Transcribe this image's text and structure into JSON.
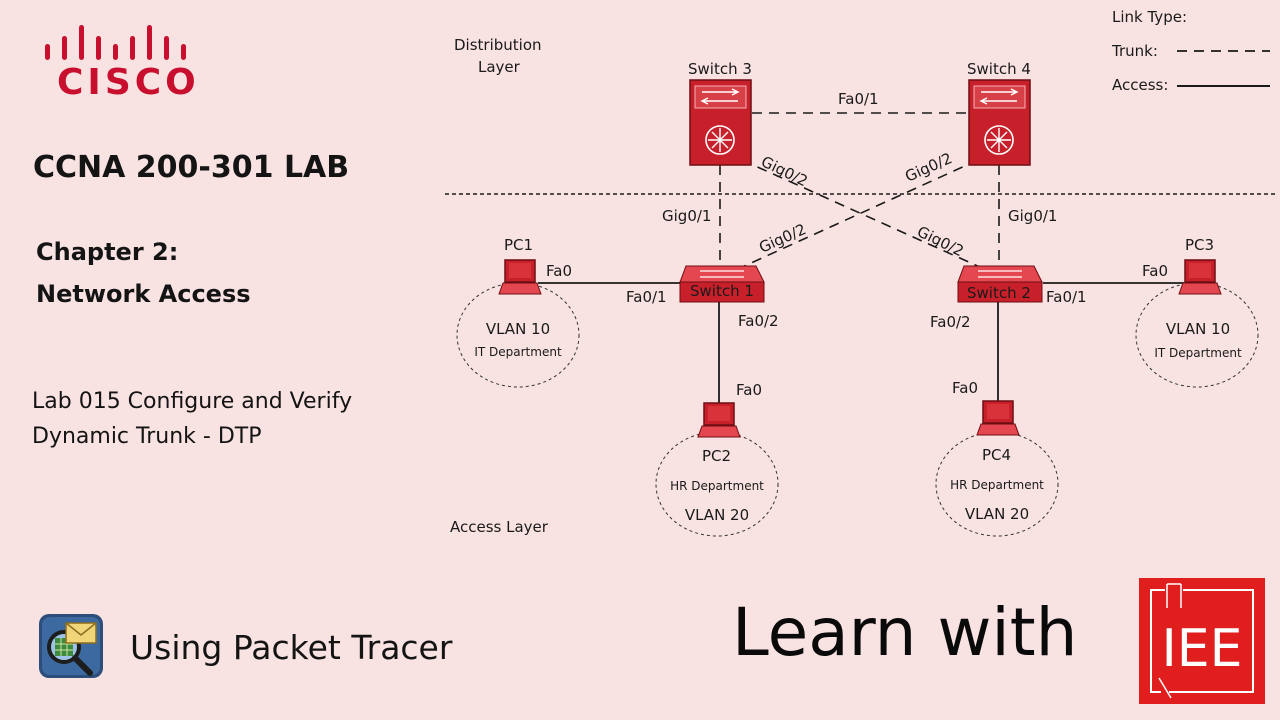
{
  "brand": {
    "logo_text": "CISCO",
    "accent": "#c8102e"
  },
  "left": {
    "title": "CCNA 200-301 LAB",
    "chapter_line1": "Chapter 2:",
    "chapter_line2": "Network Access",
    "lab_line1": "Lab 015 Configure and Verify",
    "lab_line2": "Dynamic Trunk - DTP",
    "tool_label": "Using Packet Tracer"
  },
  "footer": {
    "learn_with": "Learn with",
    "iee_logo": "IEE",
    "iee_color": "#e01e1e"
  },
  "legend": {
    "title": "Link Type:",
    "trunk": "Trunk:",
    "access": "Access:"
  },
  "layers": {
    "distribution_line1": "Distribution",
    "distribution_line2": "Layer",
    "access": "Access Layer"
  },
  "devices": {
    "switch3": "Switch 3",
    "switch4": "Switch 4",
    "switch1": "Switch 1",
    "switch2": "Switch 2",
    "pc1": "PC1",
    "pc2": "PC2",
    "pc3": "PC3",
    "pc4": "PC4"
  },
  "ports": {
    "s3_s4": "Fa0/1",
    "s3_s2": "Gig0/2",
    "s4_s1": "Gig0/2",
    "s3_s1": "Gig0/1",
    "s4_s2": "Gig0/1",
    "s1_upper": "Gig0/2",
    "s2_upper": "Gig0/2",
    "pc1_port": "Fa0",
    "s1_pc1": "Fa0/1",
    "s1_pc2": "Fa0/2",
    "pc2_port": "Fa0",
    "s2_pc4": "Fa0/2",
    "pc4_port": "Fa0",
    "s2_pc3": "Fa0/1",
    "pc3_port": "Fa0"
  },
  "vlans": {
    "pc1_vlan": "VLAN 10",
    "pc1_dept": "IT Department",
    "pc3_vlan": "VLAN 10",
    "pc3_dept": "IT Department",
    "pc2_dept": "HR Department",
    "pc2_vlan": "VLAN 20",
    "pc4_dept": "HR Department",
    "pc4_vlan": "VLAN 20"
  }
}
